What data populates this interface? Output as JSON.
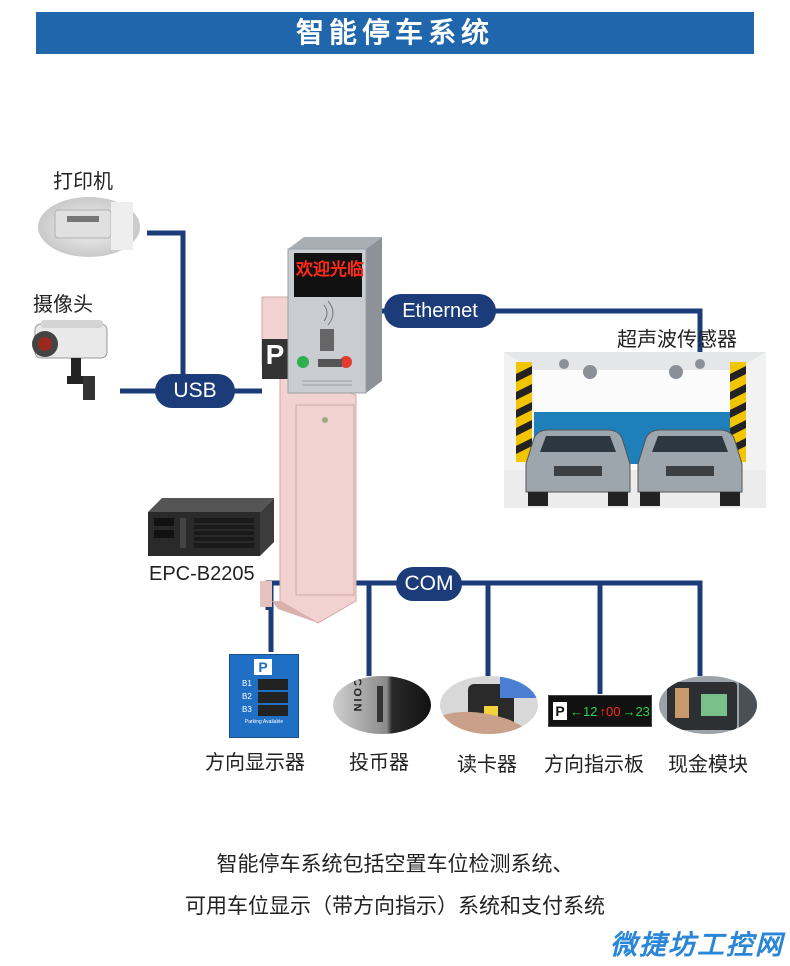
{
  "title": "智能停车系统",
  "devices": {
    "printer": "打印机",
    "camera": "摄像头",
    "controller": "EPC-B2205",
    "sensor": "超声波传感器",
    "direction_display": "方向显示器",
    "coin": "投币器",
    "card_reader": "读卡器",
    "direction_board": "方向指示板",
    "cash_module": "现金模块"
  },
  "buses": {
    "usb": "USB",
    "ethernet": "Ethernet",
    "com": "COM"
  },
  "kiosk": {
    "screen_text": "欢迎光临",
    "p_sign": "P"
  },
  "sign_panel": {
    "p": "P",
    "rows": [
      "B1",
      "B2",
      "B3"
    ],
    "footer": "Parking Available"
  },
  "coin_text": "COIN",
  "board": {
    "p": "P",
    "left": "←12",
    "mid": "↑00",
    "right": "→23"
  },
  "description": {
    "line1": "智能停车系统包括空置车位检测系统、",
    "line2": "可用车位显示（带方向指示）系统和支付系统"
  },
  "watermark": "微捷坊工控网",
  "colors": {
    "banner": "#1f66ad",
    "wire": "#1b3c78",
    "kiosk_body": "#f1d2d0",
    "screen_red": "#ff2a18"
  }
}
